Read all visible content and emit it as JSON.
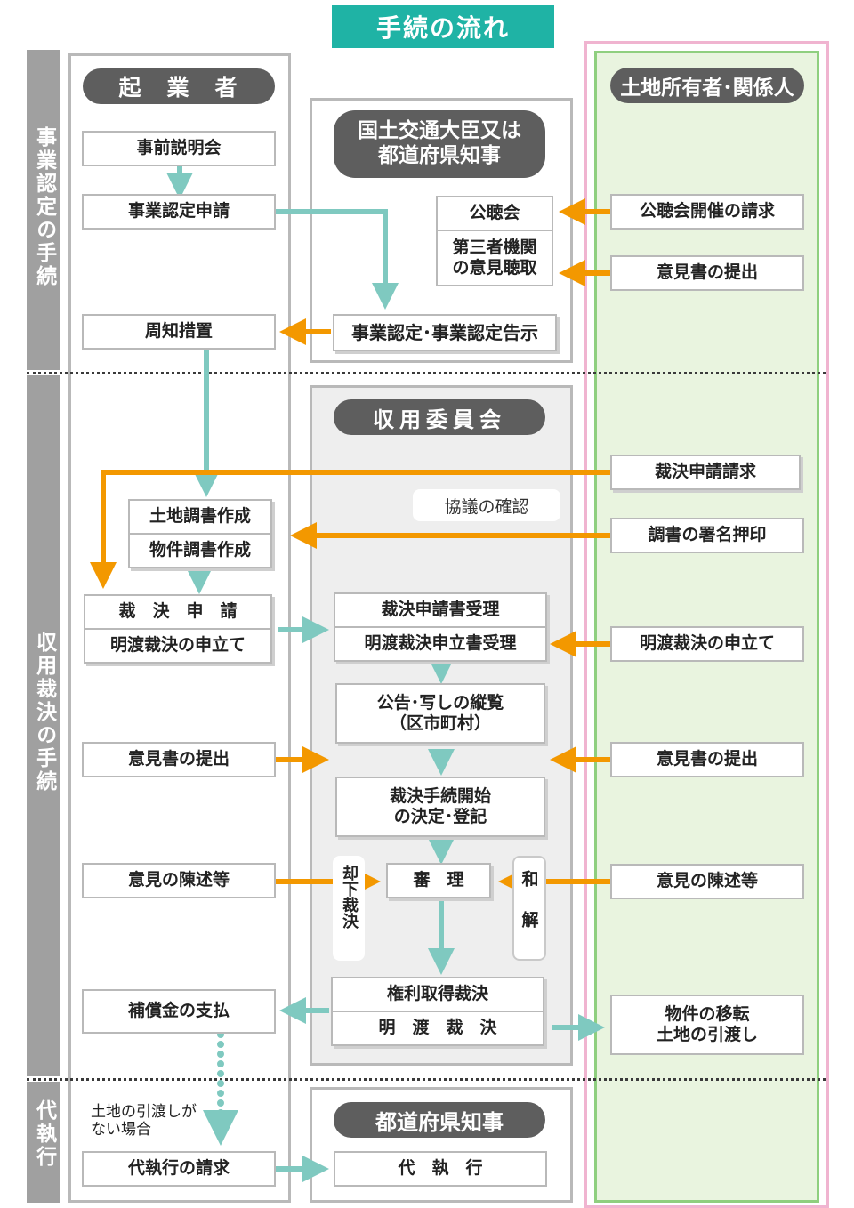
{
  "title": "手続の流れ",
  "phases": {
    "jigyo_nintei": "事業認定の手続",
    "shuyo_saiketsu": "収用裁決の手続",
    "daishikko": "代執行"
  },
  "headers": {
    "kigyosha": "起　業　者",
    "daijin": "国土交通大臣又は\n都道府県知事",
    "landowner": "土地所有者･関係人",
    "iinkai": "収用委員会",
    "chiji": "都道府県知事"
  },
  "kigyosha": {
    "jizen_setsumeikai": "事前説明会",
    "jigyo_nintei_shinsei": "事業認定申請",
    "shuchi_sochi": "周知措置",
    "tochi_chosho": "土地調書作成",
    "bukken_chosho": "物件調書作成",
    "saiketsu_shinsei": "裁　決　申　請",
    "akewatashi_moshitate": "明渡裁決の申立て",
    "ikensho": "意見書の提出",
    "iken_chinjutsu": "意見の陳述等",
    "hoshokin": "補償金の支払",
    "daishikko_seikyu": "代執行の請求",
    "note": "土地の引渡しが\nない場合"
  },
  "daijin": {
    "kochokai": "公聴会",
    "daisansha": "第三者機関\nの意見聴取",
    "nintei_kokuji": "事業認定･事業認定告示"
  },
  "iinkai": {
    "kyogi": "協議の確認",
    "shinsei_juri": "裁決申請書受理",
    "moshitate_juri": "明渡裁決申立書受理",
    "kokoku": "公告･写しの縦覧\n（区市町村）",
    "kettei": "裁決手続開始\nの決定･登記",
    "shinri": "審　理",
    "kyakka": "却下裁決",
    "wakai": "和　解",
    "kenri_saiketsu": "権利取得裁決",
    "akewatashi_saiketsu": "明　渡　裁　決"
  },
  "landowner": {
    "kochokai_seikyu": "公聴会開催の請求",
    "ikensho": "意見書の提出",
    "saiketsu_seikyu": "裁決申請請求",
    "shomei": "調書の署名押印",
    "akewatashi_moshitate": "明渡裁決の申立て",
    "ikensho2": "意見書の提出",
    "iken_chinjutsu": "意見の陳述等",
    "iten": "物件の移転\n土地の引渡し"
  },
  "chiji": {
    "daishikko": "代　執　行"
  },
  "colors": {
    "teal": "#7fc9c0",
    "orange": "#f39800",
    "title_bg": "#1fb3a5",
    "phase_bar": "#a0a0a0",
    "pill": "#5e5e5e",
    "landowner_bg": "#e9f4df",
    "landowner_border": "#8fcf7f",
    "pink_border": "#f0b4d0",
    "iinkai_bg": "#eeeeee"
  }
}
